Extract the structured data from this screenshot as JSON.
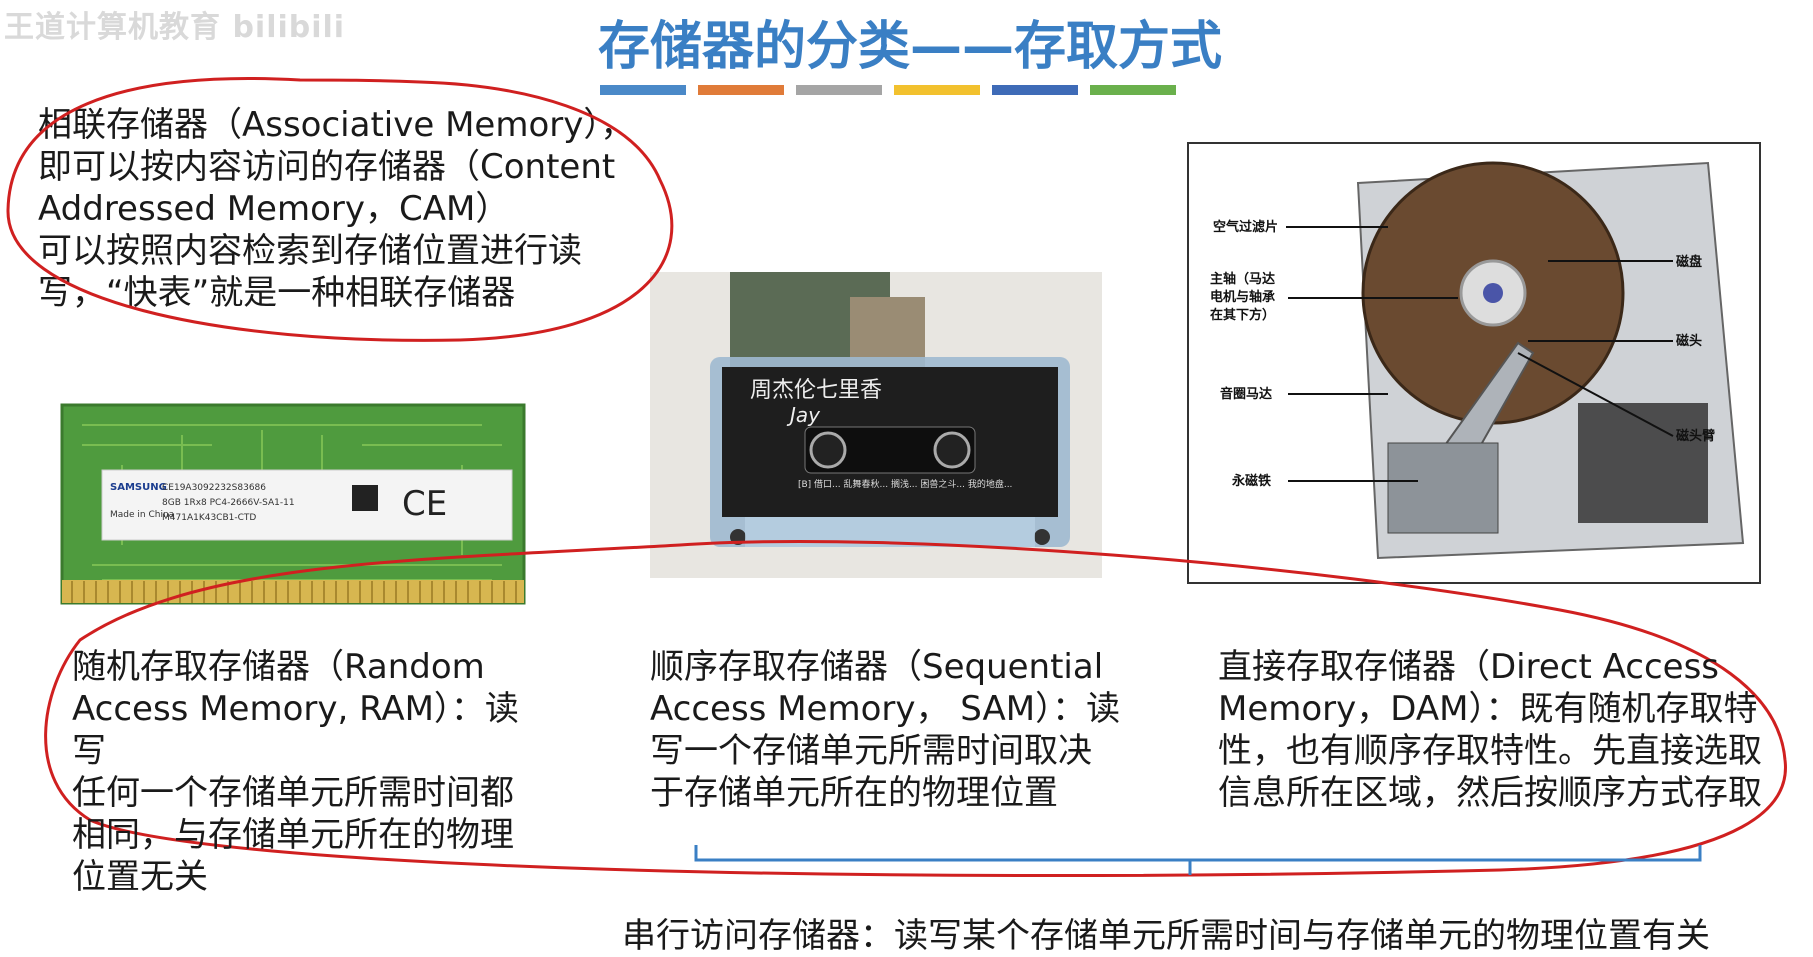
{
  "watermark": "王道计算机教育 bilibili",
  "title": "存储器的分类——存取方式",
  "accent_colors": [
    "#4a89c8",
    "#e07b39",
    "#a5a5a5",
    "#f2c12e",
    "#3e6bb7",
    "#6ab04c"
  ],
  "associative": {
    "lines": [
      "相联存储器（Associative Memory），",
      "即可以按内容访问的存储器（Content",
      "Addressed Memory，CAM）",
      "可以按照内容检索到存储位置进行读",
      "写，“快表”就是一种相联存储器"
    ]
  },
  "ram": {
    "lines": [
      "随机存取存储器（Random",
      "Access Memory, RAM）：读写",
      "任何一个存储单元所需时间都",
      "相同，与存储单元所在的物理",
      "位置无关"
    ],
    "photo_labels": {
      "brand": "SAMSUNG",
      "line1": "CE19A3092232S83686",
      "line2": "8GB 1Rx8 PC4-2666V-SA1-11",
      "line3": "M471A1K43CB1-CTD",
      "made": "Made in China"
    }
  },
  "sam": {
    "lines": [
      "顺序存取存储器（Sequential",
      "Access Memory，  SAM）：读",
      "写一个存储单元所需时间取决",
      "于存储单元所在的物理位置"
    ],
    "photo_labels": {
      "album": "周杰伦七里香",
      "artist": "Jay",
      "tracks": "[B] 借口... 乱舞春秋... 搁浅... 困兽之斗... 我的地盘..."
    }
  },
  "dam": {
    "lines": [
      "直接存取存储器（Direct Access",
      "Memory，DAM）：既有随机存取特",
      "性，也有顺序存取特性。先直接选取",
      "信息所在区域，然后按顺序方式存取"
    ],
    "photo_labels": {
      "filter": "空气过滤片",
      "spindle_1": "主轴（马达",
      "spindle_2": "电机与轴承",
      "spindle_3": "在其下方）",
      "voice_coil": "音圈马达",
      "magnet": "永磁铁",
      "platter": "磁盘",
      "head": "磁头",
      "arm": "磁头臂"
    }
  },
  "footer": "串行访问存储器：读写某个存储单元所需时间与存储单元的物理位置有关"
}
